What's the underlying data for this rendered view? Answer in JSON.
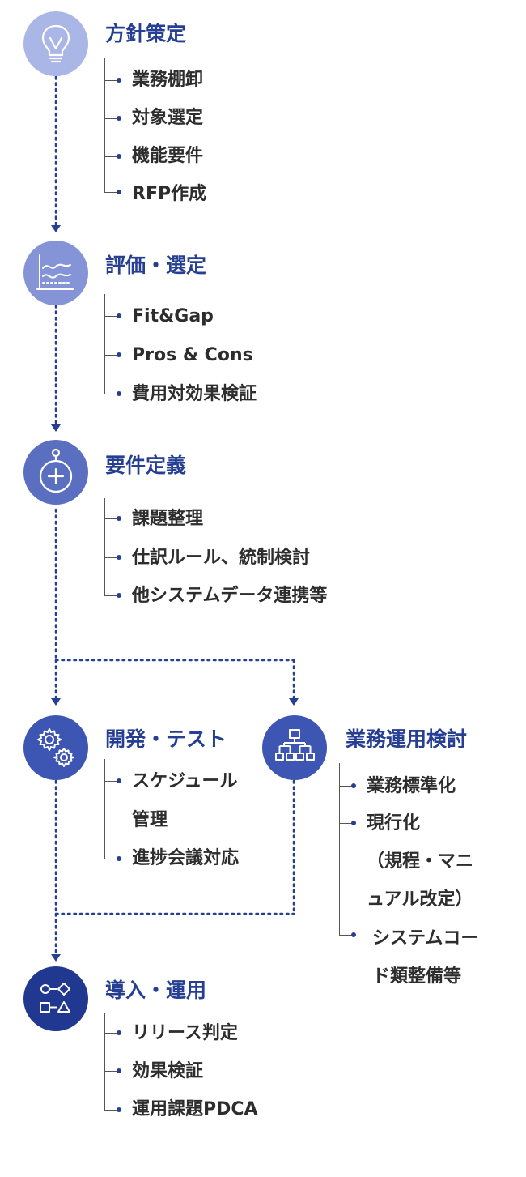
{
  "colors": {
    "primary": "#263f93",
    "step1": "#a9b6e6",
    "step2": "#8494d6",
    "step3": "#5b6fc1",
    "step4": "#3d56b3",
    "step6": "#20388f",
    "text": "#2d2d2d",
    "connector": "#263f93"
  },
  "steps": {
    "policy": {
      "icon": "lightbulb-icon",
      "title": "方針策定",
      "items": [
        "業務棚卸",
        "対象選定",
        "機能要件",
        "RFP作成"
      ]
    },
    "evaluation": {
      "icon": "line-chart-icon",
      "title": "評価・選定",
      "items": [
        "Fit&Gap",
        "Pros & Cons",
        "費用対効果検証"
      ]
    },
    "requirements": {
      "icon": "stopwatch-icon",
      "title": "要件定義",
      "items": [
        "課題整理",
        "仕訳ルール、統制検討",
        "他システムデータ連携等"
      ]
    },
    "development": {
      "icon": "gears-icon",
      "title": "開発・テスト",
      "items": [
        "スケジュール",
        "管理",
        "進捗会議対応"
      ]
    },
    "operations_design": {
      "icon": "org-chart-icon",
      "title": "業務運用検討",
      "items": [
        "業務標準化",
        "現行化",
        "（規程・マニ",
        "ュアル改定）",
        "システムコー",
        "ド類整備等"
      ]
    },
    "deployment": {
      "icon": "flowchart-icon",
      "title": "導入・運用",
      "items": [
        "リリース判定",
        "効果検証",
        "運用課題PDCA"
      ]
    }
  }
}
